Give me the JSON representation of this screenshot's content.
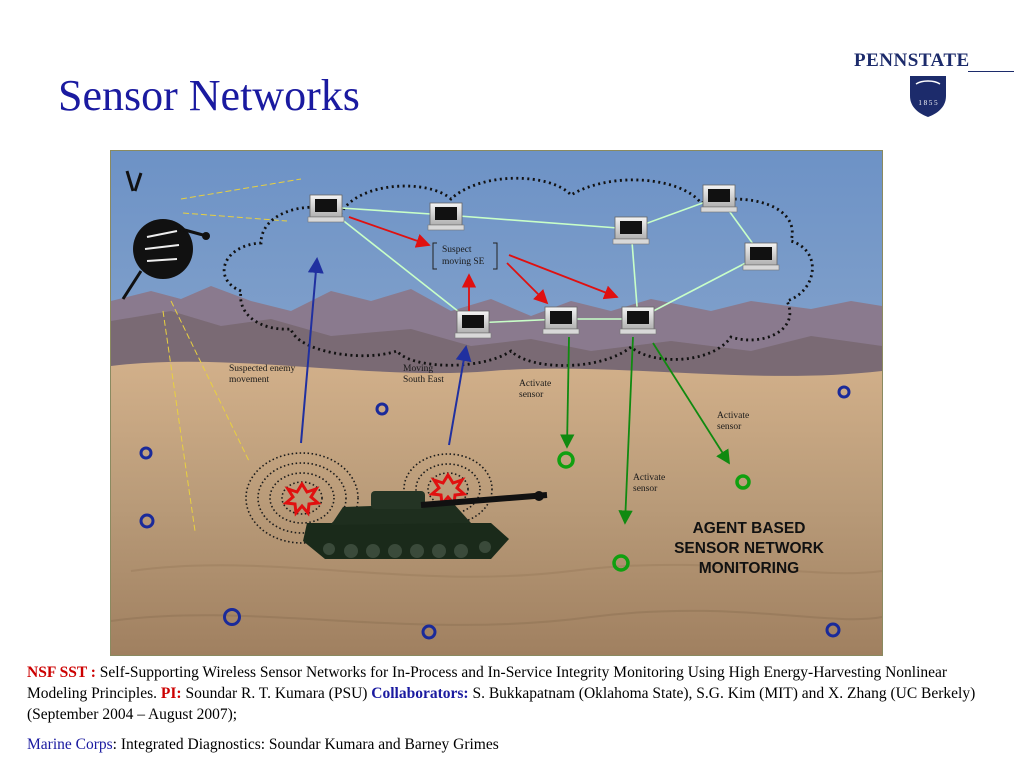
{
  "slide": {
    "title": "Sensor Networks",
    "logo": {
      "text": "PENNSTATE",
      "year": "1 8 5 5"
    }
  },
  "diagram": {
    "label_suspect": [
      "Suspect",
      "moving SE"
    ],
    "label_enemy": [
      "Suspected enemy",
      "movement"
    ],
    "label_moving": [
      "Moving",
      "South East"
    ],
    "label_activate": [
      "Activate",
      "sensor"
    ],
    "title_lines": [
      "AGENT BASED",
      "SENSOR NETWORK",
      "MONITORING"
    ],
    "colors": {
      "sky": "#6f93c4",
      "sand": "#c8a47e",
      "link": "#c8ffc8",
      "alert_arrow": "#e01010",
      "enemy_arrow": "#2030a0",
      "activate_arrow": "#108a10",
      "sensor_idle": "#1a2a9a",
      "sensor_active": "#10a010"
    }
  },
  "caption": {
    "nsf_label": "NSF SST :",
    "nsf_text": "Self-Supporting Wireless Sensor Networks for In-Process and In-Service Integrity Monitoring Using High Energy-Harvesting Nonlinear Modeling Principles.",
    "pi_label": "PI:",
    "pi_text": "Soundar R. T. Kumara (PSU)",
    "collab_label": "Collaborators:",
    "collab_text": "S. Bukkapatnam (Oklahoma State), S.G. Kim (MIT) and X. Zhang (UC Berkely) (September 2004 – August 2007);",
    "marine_label": "Marine Corps",
    "marine_text": ": Integrated Diagnostics: Soundar Kumara and Barney Grimes"
  }
}
